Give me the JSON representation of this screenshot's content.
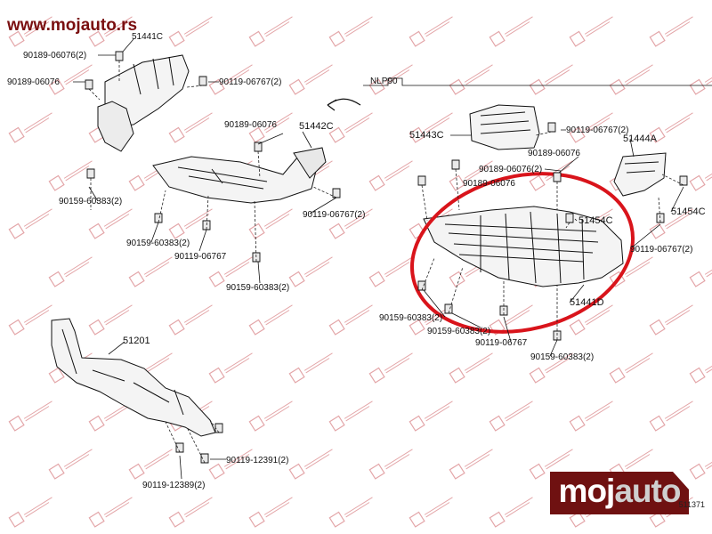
{
  "site": {
    "url": "www.mojauto.rs"
  },
  "logo": {
    "text_a": "moj",
    "text_b": "auto"
  },
  "diagram_code": "511371",
  "labels": {
    "p51441c": "51441C",
    "b90189_06076_2": "90189-06076(2)",
    "b90189_06076_left": "90189-06076",
    "b90119_06767_2_a": "90119-06767(2)",
    "b90189_06076_mid": "90189-06076",
    "p51442c": "51442C",
    "b90159_60383_2_a": "90159-60383(2)",
    "b90119_06767_2_b": "90119-06767(2)",
    "b90159_60383_2_b": "90159-60383(2)",
    "b90119_06767_c": "90119-06767",
    "b90159_60383_2_c": "90159-60383(2)",
    "nlp90": "NLP90",
    "p51443c": "51443C",
    "b90119_06767_2_d": "90119-06767(2)",
    "b90189_06076_r1": "90189-06076",
    "p51444a": "51444A",
    "b90189_06076_2_r": "90189-06076(2)",
    "b90189_06076_r2": "90189-06076",
    "p51454c": "51454C",
    "p51454c_b": "51454C",
    "b90119_06767_2_e": "90119-06767(2)",
    "p51441d": "51441D",
    "b90159_60383_2_d": "90159-60383(2)",
    "b90159_60383_2_e": "90159-60383(2)",
    "b90119_06767_f": "90119-06767",
    "b90159_60383_2_f": "90159-60383(2)",
    "p51201": "51201",
    "b90119_12391_2": "90119-12391(2)",
    "b90119_12389_2": "90119-12389(2)"
  },
  "colors": {
    "highlight_ring": "#d9141b",
    "watermark": "#c23a3f",
    "logo_bg": "#6f1111",
    "site_url": "#7a0f10"
  }
}
